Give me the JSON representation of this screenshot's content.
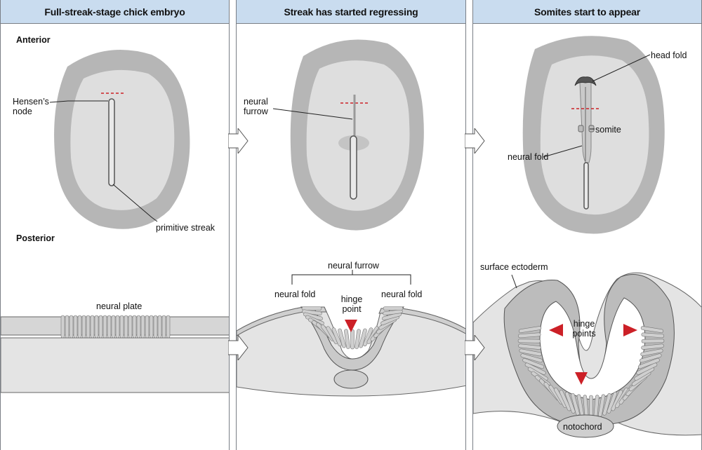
{
  "panels": [
    {
      "title": "Full-streak-stage chick embryo",
      "labels": {
        "anterior": "Anterior",
        "posterior": "Posterior",
        "hensens_node": "Hensen’s node",
        "primitive_streak": "primitive streak",
        "neural_plate": "neural plate"
      }
    },
    {
      "title": "Streak has started regressing",
      "labels": {
        "neural_furrow_top": "neural furrow",
        "neural_furrow_section": "neural furrow",
        "neural_fold_left": "neural fold",
        "neural_fold_right": "neural fold",
        "hinge_point": "hinge point"
      }
    },
    {
      "title": "Somites start to appear",
      "labels": {
        "head_fold": "head fold",
        "somite": "somite",
        "neural_fold": "neural fold",
        "surface_ectoderm": "surface ectoderm",
        "hinge_points": "hinge points",
        "notochord": "notochord"
      }
    }
  ],
  "colors": {
    "header_bg": "#c9dcef",
    "border": "#7a7f86",
    "outer_embryo": "#a9a9a9",
    "inner_embryo": "#dcdcdc",
    "tissue": "#d6d6d6",
    "cells": "#8f8f8f",
    "marker_red": "#cc2027"
  }
}
